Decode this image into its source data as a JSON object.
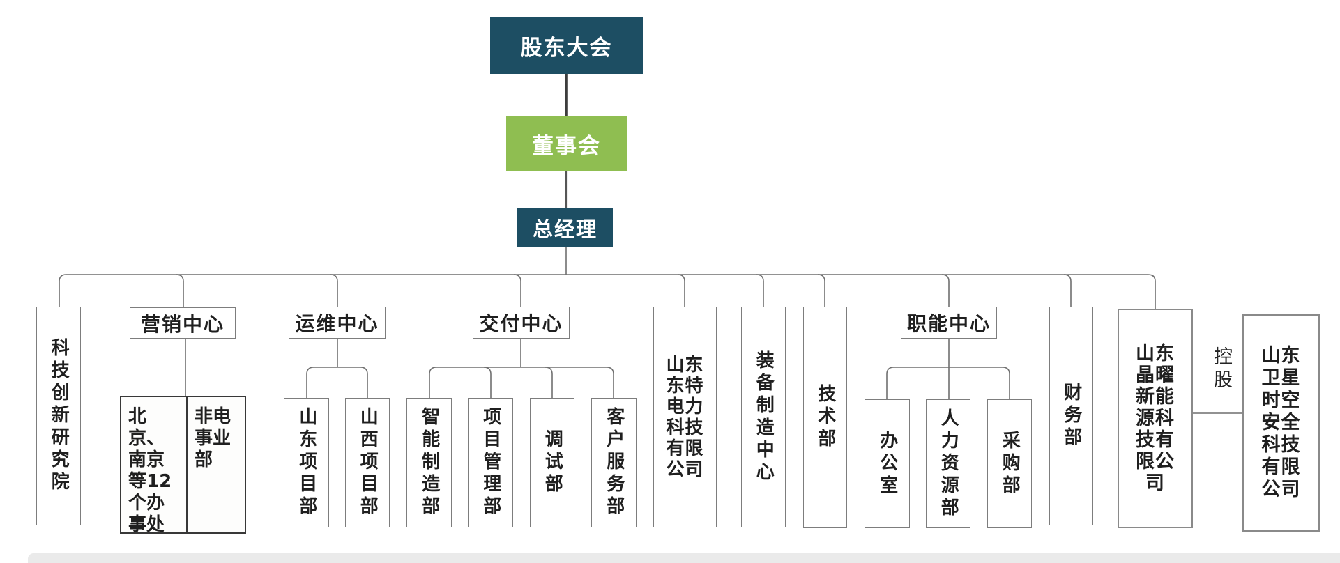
{
  "colors": {
    "level1_bg": "#1d4e63",
    "level2_bg": "#8fbe51",
    "level3_bg": "#1d4e63",
    "connector": "#6f6f6f",
    "box_border": "#7d7d7d",
    "text": "#1f1f1f"
  },
  "org": {
    "level1": {
      "label": "股东大会"
    },
    "level2": {
      "label": "董事会"
    },
    "level3": {
      "label": "总经理"
    },
    "departments": [
      {
        "label": "科技创新研究院"
      },
      {
        "label": "营销中心",
        "children": [
          {
            "label": "北京、南京等12个办事处",
            "lines": [
              "北京、",
              "南京",
              "等12",
              "个办",
              "事处"
            ]
          },
          {
            "label": "非电事业部",
            "lines": [
              "非电",
              "事业",
              "部"
            ]
          }
        ]
      },
      {
        "label": "运维中心",
        "children": [
          {
            "label": "山东项目部"
          },
          {
            "label": "山西项目部"
          }
        ]
      },
      {
        "label": "交付中心",
        "children": [
          {
            "label": "智能制造部"
          },
          {
            "label": "项目管理部"
          },
          {
            "label": "调试部"
          },
          {
            "label": "客户服务部"
          }
        ]
      },
      {
        "label": "山东东特电力科技有限公司",
        "lines": [
          "山东",
          "东特",
          "电力",
          "科技",
          "有限",
          "公司"
        ]
      },
      {
        "label": "装备制造中心"
      },
      {
        "label": "技术部"
      },
      {
        "label": "职能中心",
        "children": [
          {
            "label": "办公室"
          },
          {
            "label": "人力资源部"
          },
          {
            "label": "采购部"
          }
        ]
      },
      {
        "label": "财务部"
      },
      {
        "label": "山东晶曜新能源科技有限公司",
        "lines": [
          "山东",
          "晶曜",
          "新能",
          "源科",
          "技有",
          "限公",
          "司"
        ]
      },
      {
        "label": "山东卫星时空安全科技有限公司",
        "lines": [
          "山东",
          "卫星",
          "时空",
          "安全",
          "科技",
          "有限",
          "公司"
        ],
        "relation": "控股"
      }
    ]
  }
}
